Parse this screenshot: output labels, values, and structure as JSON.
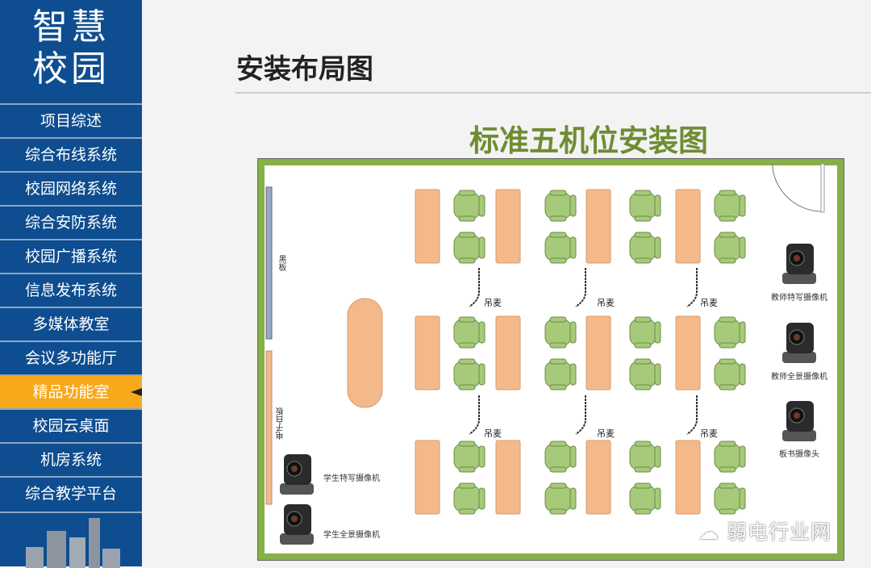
{
  "sidebar": {
    "logo": [
      "智慧",
      "校园"
    ],
    "items": [
      {
        "label": "项目综述"
      },
      {
        "label": "综合布线系统"
      },
      {
        "label": "校园网络系统"
      },
      {
        "label": "综合安防系统"
      },
      {
        "label": "校园广播系统"
      },
      {
        "label": "信息发布系统"
      },
      {
        "label": "多媒体教室"
      },
      {
        "label": "会议多功能厅"
      },
      {
        "label": "精品功能室",
        "active": true
      },
      {
        "label": "校园云桌面"
      },
      {
        "label": "机房系统"
      },
      {
        "label": "综合教学平台"
      }
    ]
  },
  "main": {
    "title": "安装布局图",
    "subtitle": "标准五机位安装图",
    "plan": {
      "blackboard": "黑板",
      "whiteboard": "电子白板",
      "mic": "吊麦",
      "cameras": {
        "student_closeup": "学生特写摄像机",
        "student_panorama": "学生全景摄像机",
        "teacher_closeup": "教师特写摄像机",
        "teacher_panorama": "教师全景摄像机",
        "board": "板书摄像头"
      }
    },
    "watermark": "弱电行业网"
  },
  "colors": {
    "sidebar": "#0e4d8f",
    "active": "#f7a81b",
    "wall": "#86b048",
    "desk": "#f4b98a",
    "chair": "#a7c97a",
    "subtitle": "#6e8d32"
  }
}
